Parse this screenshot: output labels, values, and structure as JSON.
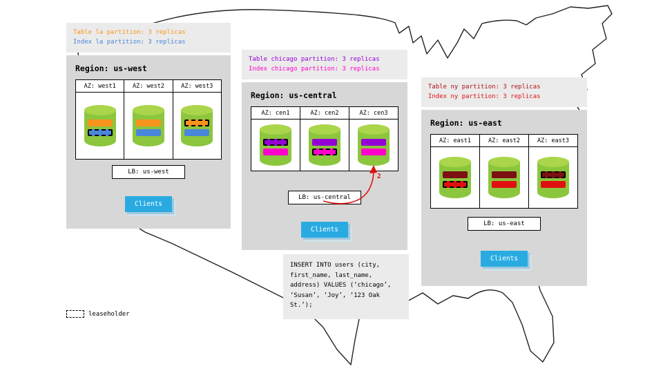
{
  "colors": {
    "panel_gray": "#d7d7d7",
    "note_gray": "#ebebeb",
    "cylinder_green": "#8cc63e",
    "cylinder_green_top": "#abd54a",
    "clients_blue": "#29abe2",
    "arrow_red": "#e01010"
  },
  "regions": [
    {
      "id": "us-west",
      "title": "Region: us-west",
      "annotation": [
        {
          "text": "Table la partition: 3 replicas",
          "color": "#f7941d"
        },
        {
          "text": "Index la partition: 3 replicas",
          "color": "#4a86d8"
        }
      ],
      "azs": [
        {
          "label": "AZ: west1",
          "bars": [
            {
              "color": "#f7941d",
              "dashed": false
            },
            {
              "color": "#4a86d8",
              "dashed": true
            }
          ]
        },
        {
          "label": "AZ: west2",
          "bars": [
            {
              "color": "#f7941d",
              "dashed": false
            },
            {
              "color": "#4a86d8",
              "dashed": false
            }
          ]
        },
        {
          "label": "AZ: west3",
          "bars": [
            {
              "color": "#f7941d",
              "dashed": true
            },
            {
              "color": "#4a86d8",
              "dashed": false
            }
          ]
        }
      ],
      "lb_label": "LB: us-west",
      "clients_label": "Clients"
    },
    {
      "id": "us-central",
      "title": "Region: us-central",
      "annotation": [
        {
          "text": "Table chicago partition: 3 replicas",
          "color": "#9400d3"
        },
        {
          "text": "Index chicago partition: 3 replicas",
          "color": "#ff00cc"
        }
      ],
      "azs": [
        {
          "label": "AZ: cen1",
          "bars": [
            {
              "color": "#9400d3",
              "dashed": true
            },
            {
              "color": "#ff00cc",
              "dashed": false
            }
          ]
        },
        {
          "label": "AZ: cen2",
          "bars": [
            {
              "color": "#9400d3",
              "dashed": false
            },
            {
              "color": "#ff00cc",
              "dashed": true
            }
          ]
        },
        {
          "label": "AZ: cen3",
          "bars": [
            {
              "color": "#9400d3",
              "dashed": false
            },
            {
              "color": "#ff00cc",
              "dashed": false
            }
          ]
        }
      ],
      "lb_label": "LB: us-central",
      "clients_label": "Clients"
    },
    {
      "id": "us-east",
      "title": "Region: us-east",
      "annotation": [
        {
          "text": "Table ny partition: 3 replicas",
          "color": "#b01010"
        },
        {
          "text": "Index ny partition: 3 replicas",
          "color": "#e01010"
        }
      ],
      "azs": [
        {
          "label": "AZ: east1",
          "bars": [
            {
              "color": "#7b1113",
              "dashed": false
            },
            {
              "color": "#e01010",
              "dashed": true
            }
          ]
        },
        {
          "label": "AZ: east2",
          "bars": [
            {
              "color": "#7b1113",
              "dashed": false
            },
            {
              "color": "#e01010",
              "dashed": false
            }
          ]
        },
        {
          "label": "AZ: east3",
          "bars": [
            {
              "color": "#7b1113",
              "dashed": true
            },
            {
              "color": "#e01010",
              "dashed": false
            }
          ]
        }
      ],
      "lb_label": "LB: us-east",
      "clients_label": "Clients"
    }
  ],
  "sql_note": {
    "lines": [
      "INSERT INTO users (city,",
      "first_name, last_name,",
      "address) VALUES (‘chicago’,",
      "‘Susan’, ‘Joy’, ‘123 Oak",
      "St.’);"
    ]
  },
  "arrow_label": "2",
  "legend": {
    "label": "leaseholder"
  }
}
